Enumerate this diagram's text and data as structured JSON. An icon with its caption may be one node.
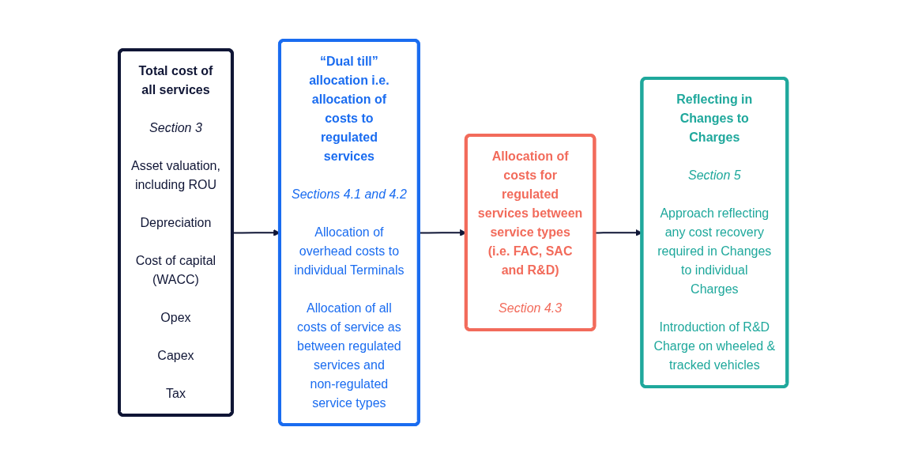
{
  "diagram": {
    "nodes": [
      {
        "text": [
          "Total cost of all services",
          "Section 3",
          "Asset valuation, including ROU",
          "Depreciation",
          "Cost of capital (WACC)",
          "Opex",
          "Capex",
          "Tax"
        ]
      },
      {
        "text": [
          "“Dual till” allocation i.e. allocation of costs to regulated services",
          "Sections 4.1 and 4.2",
          "Allocation of overhead costs to individual Terminals",
          "Allocation of all costs of service as between regulated services and non-regulated service types"
        ]
      },
      {
        "text": [
          "Allocation of costs for regulated services between service types (i.e. FAC, SAC and R&D)",
          "Section 4.3"
        ]
      },
      {
        "text": [
          "Reflecting in Changes to Charges",
          "Section 5",
          "Approach reflecting any cost recovery required in Changes to individual Charges",
          "Introduction of R&D Charge on wheeled & tracked vehicles"
        ]
      }
    ],
    "edges": [
      {
        "from": 0,
        "to": 1,
        "arrow": "to"
      },
      {
        "from": 1,
        "to": 2,
        "arrow": "to"
      },
      {
        "from": 2,
        "to": 3,
        "arrow": "to"
      }
    ]
  }
}
